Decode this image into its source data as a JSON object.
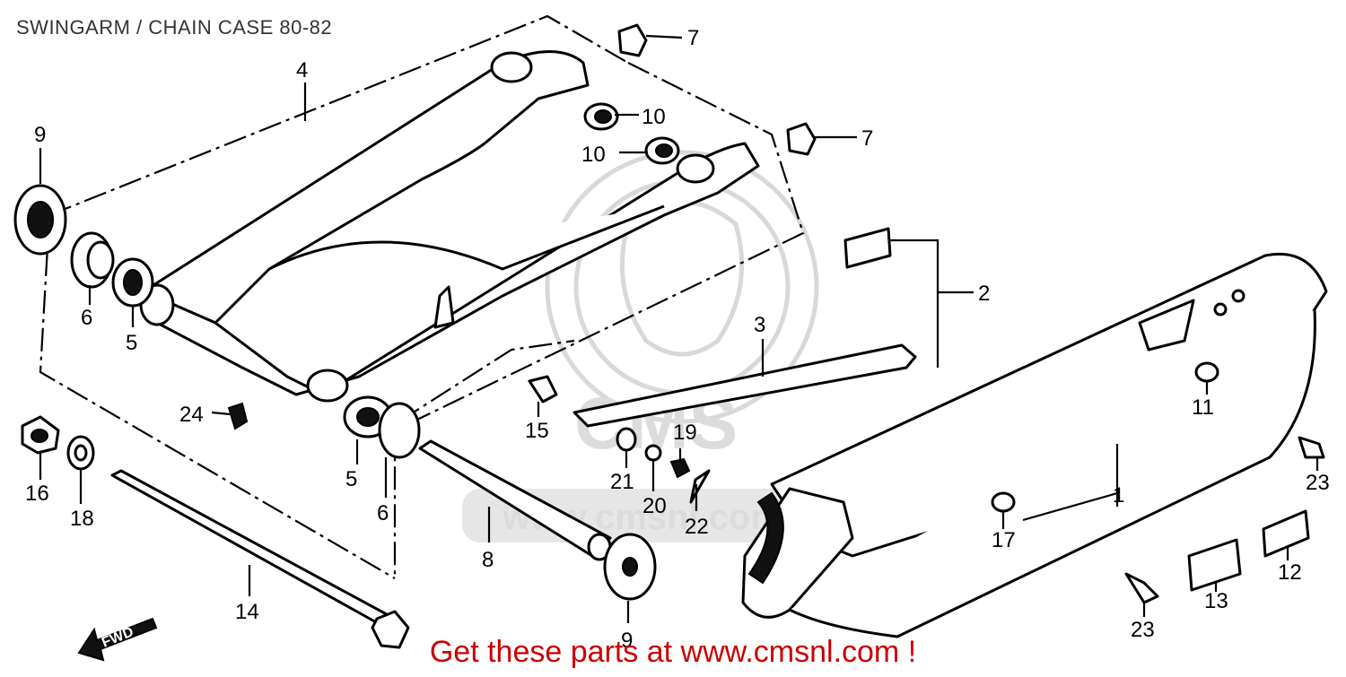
{
  "title": "SWINGARM / CHAIN CASE 80-82",
  "footer": {
    "prefix": "Get these parts at ",
    "link": "www.cmsnl.com",
    "suffix": " !",
    "color": "#cc0000"
  },
  "watermark": {
    "logo": "CMS",
    "url": "www.cmsnl.com"
  },
  "fwd_label": "FWD",
  "callouts": {
    "c1": "1",
    "c2": "2",
    "c3": "3",
    "c4": "4",
    "c5a": "5",
    "c5b": "5",
    "c6a": "6",
    "c6b": "6",
    "c7a": "7",
    "c7b": "7",
    "c8": "8",
    "c9a": "9",
    "c9b": "9",
    "c10a": "10",
    "c10b": "10",
    "c11": "11",
    "c12": "12",
    "c13": "13",
    "c14": "14",
    "c15": "15",
    "c16": "16",
    "c17": "17",
    "c18": "18",
    "c19": "19",
    "c20": "20",
    "c21": "21",
    "c22": "22",
    "c23a": "23",
    "c23b": "23",
    "c24": "24"
  }
}
